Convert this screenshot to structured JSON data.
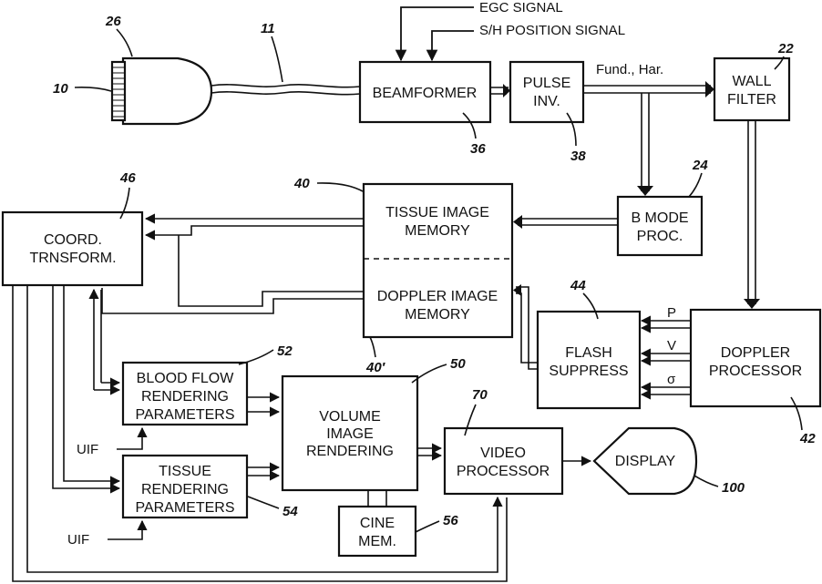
{
  "blocks": {
    "beamformer": "BEAMFORMER",
    "pulse_inv_1": "PULSE",
    "pulse_inv_2": "INV.",
    "wall_filter_1": "WALL",
    "wall_filter_2": "FILTER",
    "b_mode_1": "B MODE",
    "b_mode_2": "PROC.",
    "tissue_mem_1": "TISSUE IMAGE",
    "tissue_mem_2": "MEMORY",
    "doppler_mem_1": "DOPPLER IMAGE",
    "doppler_mem_2": "MEMORY",
    "coord_1": "COORD.",
    "coord_2": "TRNSFORM.",
    "flash_1": "FLASH",
    "flash_2": "SUPPRESS",
    "doppler_proc_1": "DOPPLER",
    "doppler_proc_2": "PROCESSOR",
    "blood_1": "BLOOD FLOW",
    "blood_2": "RENDERING",
    "blood_3": "PARAMETERS",
    "volume_1": "VOLUME",
    "volume_2": "IMAGE",
    "volume_3": "RENDERING",
    "tissue_rend_1": "TISSUE",
    "tissue_rend_2": "RENDERING",
    "tissue_rend_3": "PARAMETERS",
    "video_1": "VIDEO",
    "video_2": "PROCESSOR",
    "cine_1": "CINE",
    "cine_2": "MEM.",
    "display": "DISPLAY"
  },
  "signals": {
    "egc": "EGC SIGNAL",
    "sh_position": "S/H POSITION SIGNAL",
    "fund_har": "Fund., Har.",
    "p": "P",
    "v": "V",
    "sigma": "σ",
    "uif_top": "UIF",
    "uif_bottom": "UIF"
  },
  "refs": {
    "r10": "10",
    "r11": "11",
    "r22": "22",
    "r24": "24",
    "r26": "26",
    "r36": "36",
    "r38": "38",
    "r40": "40",
    "r40p": "40′",
    "r42": "42",
    "r44": "44",
    "r46": "46",
    "r50": "50",
    "r52": "52",
    "r54": "54",
    "r56": "56",
    "r70": "70",
    "r100": "100"
  }
}
